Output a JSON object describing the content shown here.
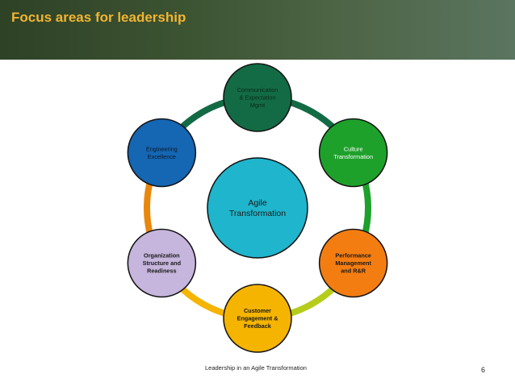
{
  "slide": {
    "title": "Focus areas for leadership",
    "footer": "Leadership in an Agile Transformation",
    "page_number": "6"
  },
  "diagram": {
    "center": {
      "lines": [
        "Agile",
        "Transformation"
      ],
      "fill": "#1fb5cc"
    },
    "nodes": [
      {
        "lines": [
          "Communication",
          "& Expectation",
          "Mgmt"
        ],
        "fill": "#136b45",
        "text_color": "#0a2a1a",
        "bold": false
      },
      {
        "lines": [
          "Culture",
          "Transformation"
        ],
        "fill": "#1ea12b",
        "text_color": "#ffffff",
        "bold": false
      },
      {
        "lines": [
          "Performance",
          "Management",
          "and R&R"
        ],
        "fill": "#f47d12",
        "text_color": "#1a1a1a",
        "bold": true
      },
      {
        "lines": [
          "Customer",
          "Engagement &",
          "Feedback"
        ],
        "fill": "#f5b400",
        "text_color": "#1a1a1a",
        "bold": true
      },
      {
        "lines": [
          "Organization",
          "Structure and",
          "Readiness"
        ],
        "fill": "#c6b5dc",
        "text_color": "#1a1a1a",
        "bold": true
      },
      {
        "lines": [
          "Engineering",
          "Excellence"
        ],
        "fill": "#1566b3",
        "text_color": "#0a1a2a",
        "bold": false
      }
    ],
    "ring_arcs": [
      {
        "from": "Communication & Expectation Mgmt",
        "to": "Culture Transformation",
        "color": "#136b45"
      },
      {
        "from": "Culture Transformation",
        "to": "Performance Management and R&R",
        "color": "#1ea12b"
      },
      {
        "from": "Performance Management and R&R",
        "to": "Customer Engagement & Feedback",
        "color": "#b6cc1a"
      },
      {
        "from": "Customer Engagement & Feedback",
        "to": "Organization Structure and Readiness",
        "color": "#f5b400"
      },
      {
        "from": "Organization Structure and Readiness",
        "to": "Engineering Excellence",
        "color": "#e8870c"
      },
      {
        "from": "Engineering Excellence",
        "to": "Communication & Expectation Mgmt",
        "color": "#136b45"
      }
    ]
  }
}
